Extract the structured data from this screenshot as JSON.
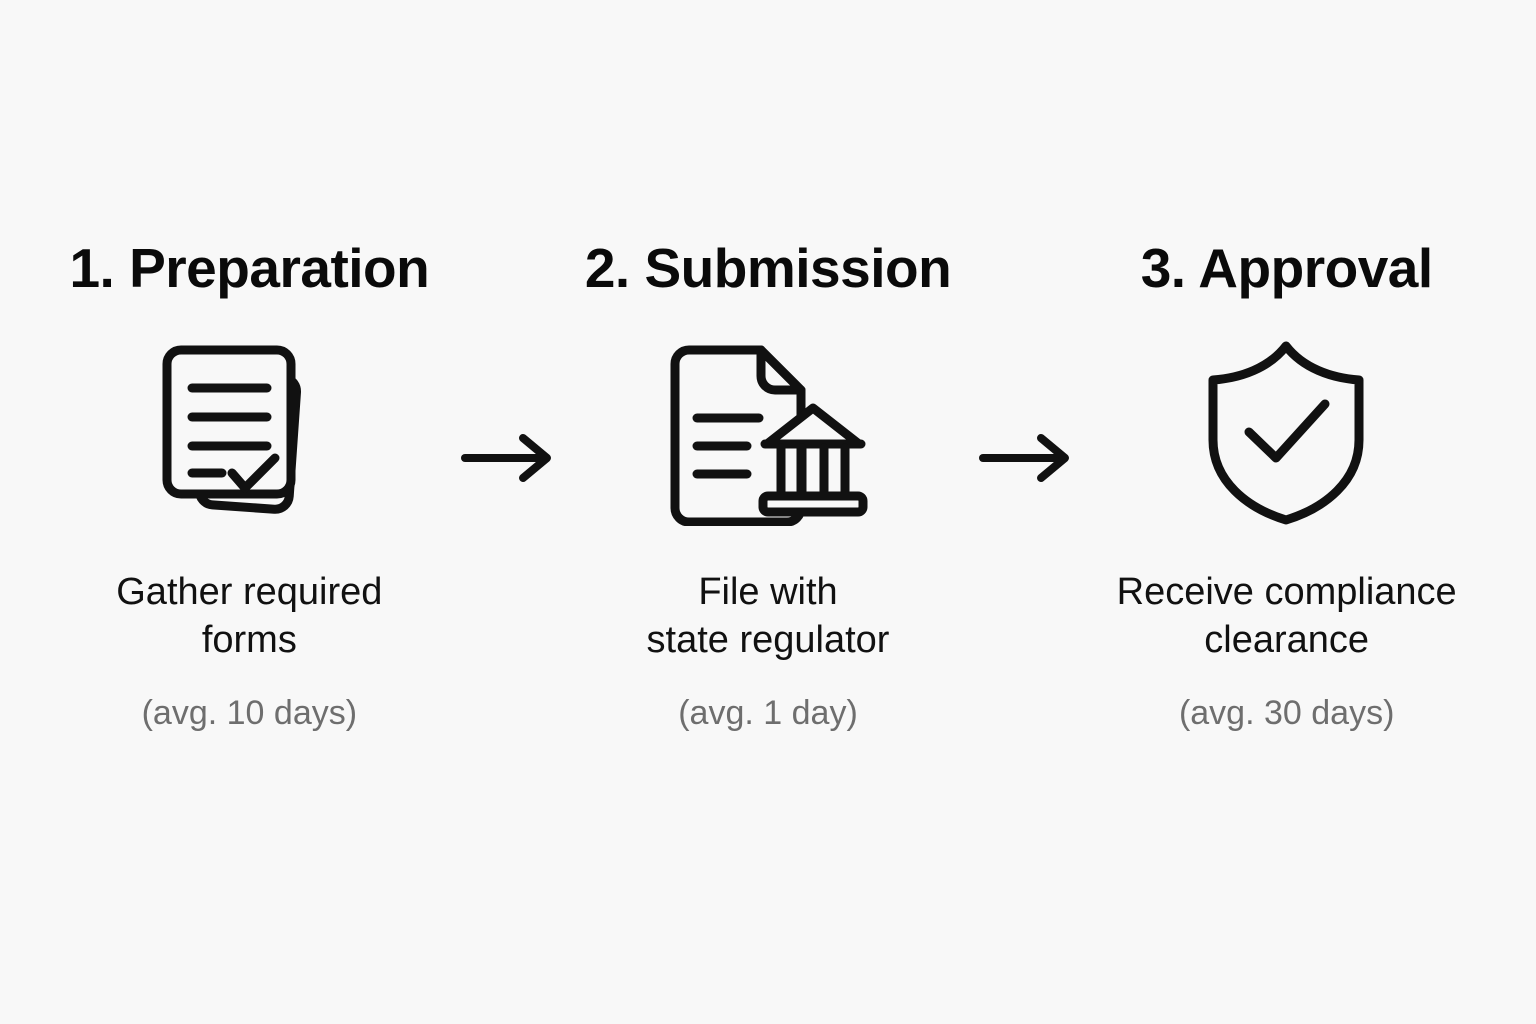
{
  "page": {
    "background_color": "#f8f8f8",
    "title_color": "#0a0a0a",
    "caption_color": "#111111",
    "meta_color": "#6e6e6e",
    "stroke_color": "#111111"
  },
  "steps": [
    {
      "title": "1. Preparation",
      "icon": "stacked-documents-checkmark-icon",
      "caption": "Gather required\nforms",
      "meta": "(avg. 10 days)"
    },
    {
      "title": "2. Submission",
      "icon": "document-with-government-building-icon",
      "caption": "File with\nstate regulator",
      "meta": "(avg. 1 day)"
    },
    {
      "title": "3. Approval",
      "icon": "shield-checkmark-icon",
      "caption": "Receive compliance\nclearance",
      "meta": "(avg. 30 days)"
    }
  ],
  "connectors": [
    {
      "icon": "arrow-right-icon"
    },
    {
      "icon": "arrow-right-icon"
    }
  ]
}
